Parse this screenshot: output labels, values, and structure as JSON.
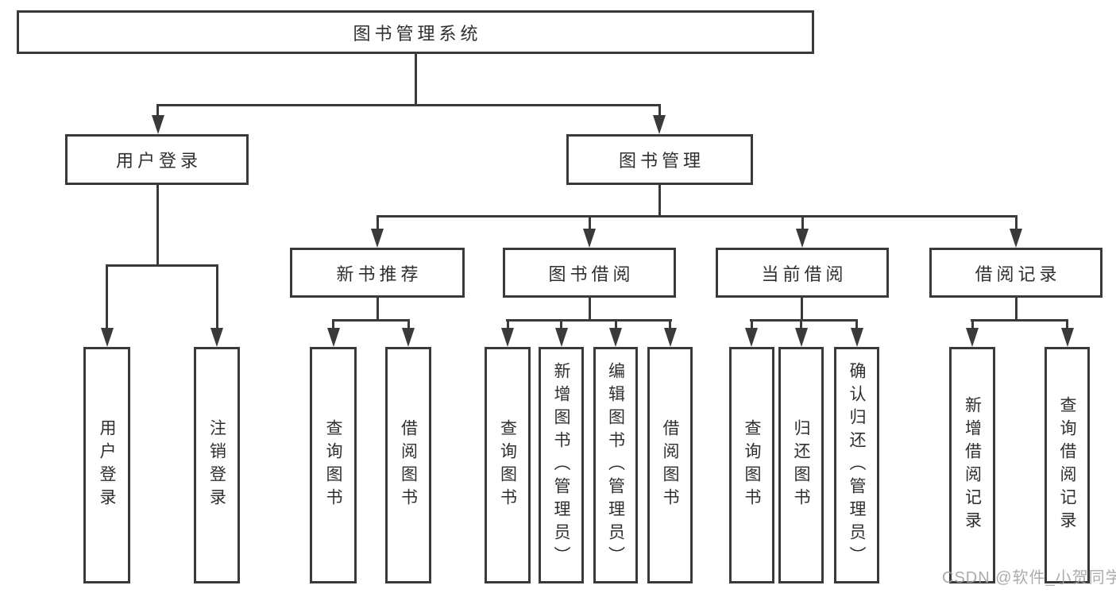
{
  "colors": {
    "line": "#3a3a3a",
    "text": "#2f2f2f",
    "watermark_gray": "#a2a2a8",
    "background": "#ffffff"
  },
  "watermark": {
    "text": "CSDN @软件_小贺同学"
  },
  "tree": {
    "root": {
      "label": "图书管理系统"
    },
    "user_login": {
      "label": "用户登录",
      "children": [
        {
          "label": "用户登录"
        },
        {
          "label": "注销登录"
        }
      ]
    },
    "book_management": {
      "label": "图书管理",
      "sections": [
        {
          "label": "新书推荐",
          "children": [
            {
              "label": "查询图书"
            },
            {
              "label": "借阅图书"
            }
          ]
        },
        {
          "label": "图书借阅",
          "children": [
            {
              "label": "查询图书"
            },
            {
              "label": "新增图书（管理员）"
            },
            {
              "label": "编辑图书（管理员）"
            },
            {
              "label": "借阅图书"
            }
          ]
        },
        {
          "label": "当前借阅",
          "children": [
            {
              "label": "查询图书"
            },
            {
              "label": "归还图书"
            },
            {
              "label": "确认归还（管理员）"
            }
          ]
        },
        {
          "label": "借阅记录",
          "children": [
            {
              "label": "新增借阅记录"
            },
            {
              "label": "查询借阅记录"
            }
          ]
        }
      ]
    }
  }
}
